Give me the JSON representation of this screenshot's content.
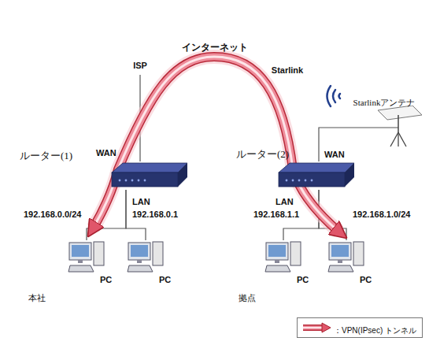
{
  "diagram": {
    "nodes": [
      {
        "text": [
          "インターネット"
        ]
      },
      {
        "text": [
          "ISP"
        ]
      },
      {
        "text": [
          "Starlink"
        ]
      },
      {
        "text": [
          "Starlinkアンテナ"
        ]
      },
      {
        "text": [
          "本社"
        ]
      },
      {
        "text": [
          "ルーター(1)"
        ],
        "in": 4
      },
      {
        "text": [
          "PC"
        ],
        "in": 4
      },
      {
        "text": [
          "PC"
        ],
        "in": 4
      },
      {
        "text": [
          "拠点"
        ]
      },
      {
        "text": [
          "ルーター(2)"
        ],
        "in": 8
      },
      {
        "text": [
          "PC"
        ],
        "in": 8
      },
      {
        "text": [
          "PC"
        ],
        "in": 8
      }
    ],
    "edges": [
      {
        "from": 1,
        "to": 5,
        "arrow": "none"
      },
      {
        "from": 5,
        "to": 6,
        "arrow": "none"
      },
      {
        "from": 5,
        "to": 7,
        "arrow": "none"
      },
      {
        "from": 3,
        "to": 9,
        "arrow": "none"
      },
      {
        "from": 9,
        "to": 10,
        "arrow": "none"
      },
      {
        "from": 9,
        "to": 11,
        "arrow": "none"
      }
    ],
    "labels": [
      "WAN",
      "LAN",
      "192.168.0.1",
      "192.168.0.0/24",
      "WAN",
      "LAN",
      "192.168.1.1",
      "192.168.1.0/24"
    ],
    "legend": [
      {
        "text": "：VPN(IPsec) トンネル"
      }
    ]
  }
}
